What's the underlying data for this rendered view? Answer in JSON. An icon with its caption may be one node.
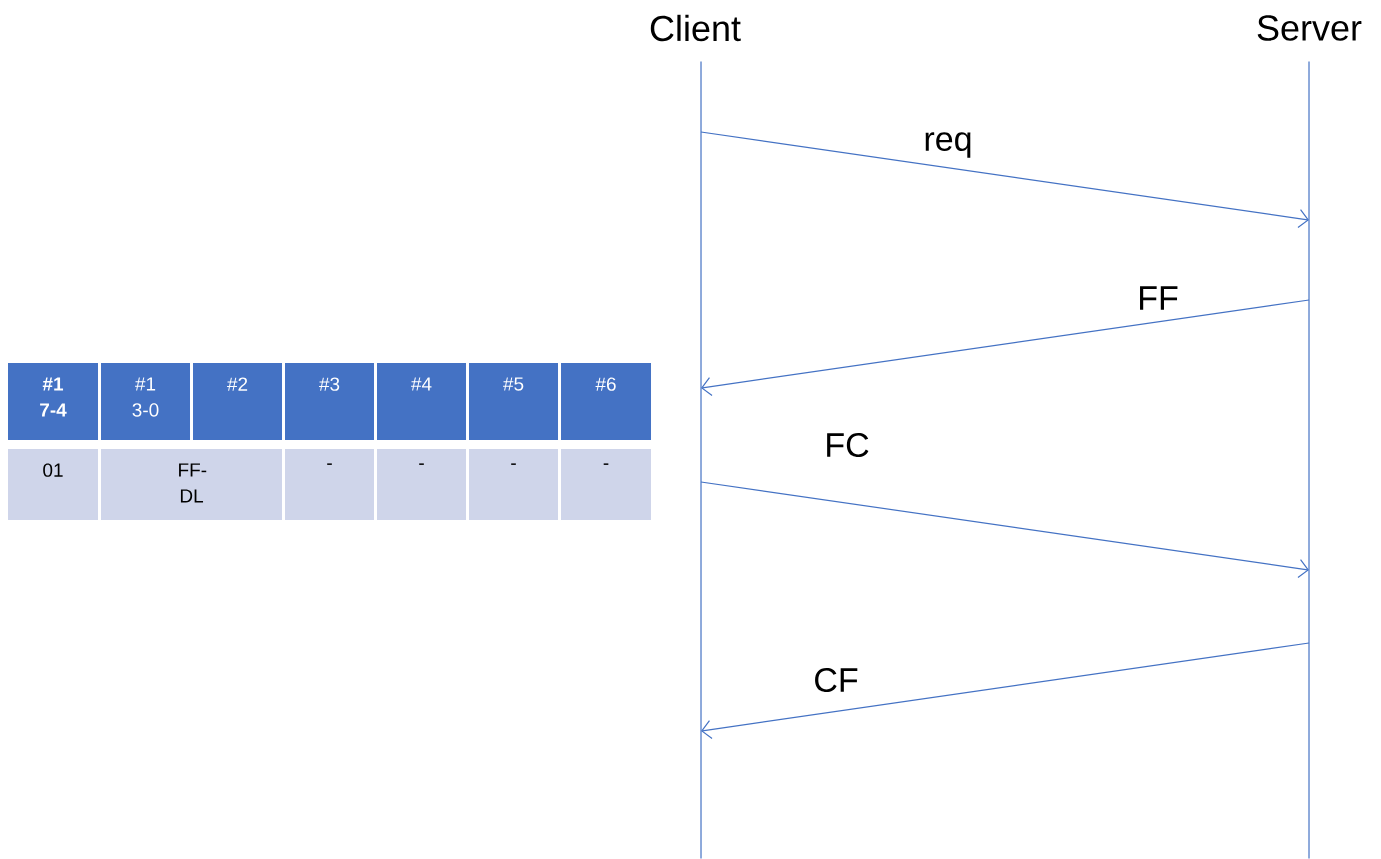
{
  "diagram": {
    "nodes": [
      {
        "text": [
          "Client"
        ]
      },
      {
        "text": [
          "Server"
        ]
      }
    ],
    "edges": [
      {
        "from": 0,
        "to": 1,
        "arrow": "to",
        "label": "req"
      },
      {
        "from": 1,
        "to": 0,
        "arrow": "to",
        "label": "FF"
      },
      {
        "from": 0,
        "to": 1,
        "arrow": "to",
        "label": "FC"
      },
      {
        "from": 1,
        "to": 0,
        "arrow": "to",
        "label": "CF"
      }
    ],
    "labels": [
      "#1 7-4",
      "#1 3-0",
      "#2",
      "#3",
      "#4",
      "#5",
      "#6",
      "01",
      "FF-DL",
      "-",
      "-",
      "-",
      "-"
    ]
  }
}
